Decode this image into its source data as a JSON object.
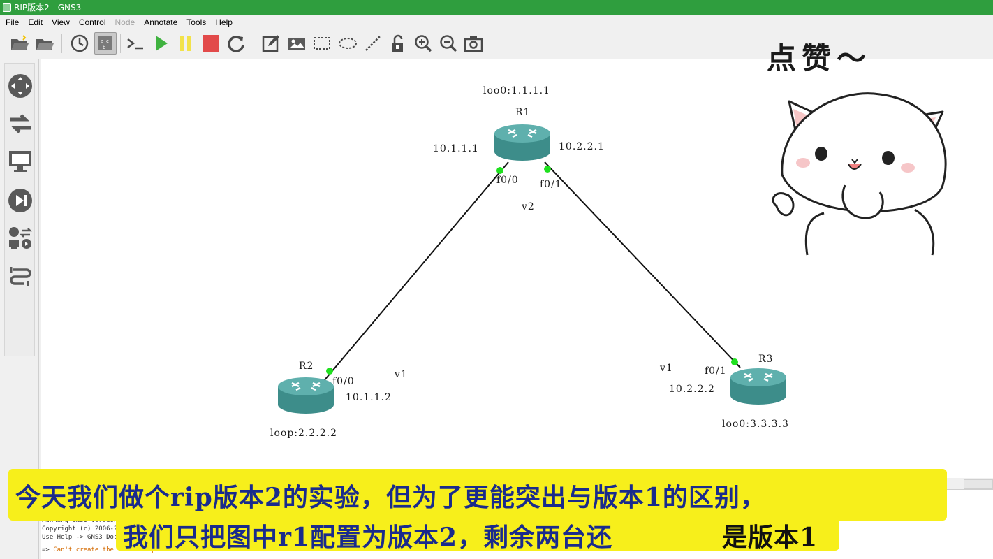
{
  "window": {
    "title": "RIP版本2 - GNS3"
  },
  "menu": [
    {
      "label": "File",
      "enabled": true
    },
    {
      "label": "Edit",
      "enabled": true
    },
    {
      "label": "View",
      "enabled": true
    },
    {
      "label": "Control",
      "enabled": true
    },
    {
      "label": "Node",
      "enabled": false
    },
    {
      "label": "Annotate",
      "enabled": true
    },
    {
      "label": "Tools",
      "enabled": true
    },
    {
      "label": "Help",
      "enabled": true
    }
  ],
  "toolbar_icons": [
    "open-folder-icon",
    "folder-icon",
    "snapshot-clock-icon",
    "show-interface-labels-icon",
    "console-icon",
    "start-play-icon",
    "suspend-pause-icon",
    "stop-icon",
    "reload-icon",
    "add-note-icon",
    "insert-image-icon",
    "draw-rectangle-icon",
    "draw-ellipse-icon",
    "draw-line-icon",
    "lock-icon",
    "zoom-in-icon",
    "zoom-out-icon",
    "screenshot-camera-icon"
  ],
  "dock_icons": [
    "routers-icon",
    "switches-icon",
    "end-devices-icon",
    "security-devices-icon",
    "all-devices-icon",
    "add-link-icon"
  ],
  "topology": {
    "nodes": {
      "r1": {
        "name": "R1",
        "loopback": "loo0:1.1.1.1",
        "ip_left": "10.1.1.1",
        "ip_right": "10.2.2.1",
        "port_left": "f0/0",
        "port_right": "f0/1"
      },
      "r2": {
        "name": "R2",
        "loopback": "loop:2.2.2.2",
        "ip": "10.1.1.2",
        "port": "f0/0",
        "version": "v1"
      },
      "r3": {
        "name": "R3",
        "loopback": "loo0:3.3.3.3",
        "ip": "10.2.2.2",
        "port": "f0/1",
        "version": "v1"
      }
    },
    "r1_version": "v2",
    "colors": {
      "router_body": "#3d8d8a",
      "router_top": "#5fb0ad",
      "port_up": "#1fe01f",
      "link": "#111111"
    }
  },
  "sticker": {
    "text": "点赞～"
  },
  "console": {
    "lines": [
      "Running GNS3 version",
      "Copyright (c) 2006-2",
      "Use Help -> GNS3 Doc"
    ],
    "prompt": "=>",
    "error": "Can't create the link the port is not free"
  },
  "subtitle": {
    "line1": "今天我们做个rip版本2的实验，但为了更能突出与版本1的区别，",
    "line2_main": "我们只把图中r1配置为版本2，剩余两台还",
    "line2_tail": "是版本1"
  },
  "colors": {
    "titlebar": "#2f9e3e",
    "subtitle_bg": "#f7ef1b",
    "subtitle_text": "#1a2b8c"
  }
}
